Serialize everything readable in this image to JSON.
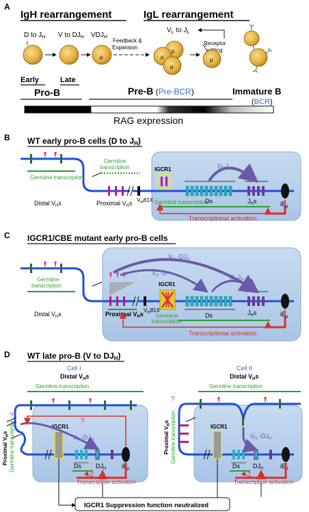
{
  "panelA": {
    "label": "A",
    "igh_title": "IgH rearrangement",
    "igl_title": "IgL rearrangement",
    "step_d_to_jh": "D to J",
    "step_v_to_djh": "V to DJ",
    "step_vdjh": "VDJ",
    "step_feedback_1": "Feedback &",
    "step_feedback_2": "Expansion",
    "step_vl_to_jl": "V",
    "step_vl_mid": " to J",
    "receptor_1": "Receptor",
    "receptor_2": "editing",
    "early": "Early",
    "late": "Late",
    "pro_b": "Pro-B",
    "pre_b": "Pre-B",
    "pre_bcr": "Pre-BCR",
    "immature_b": "Immature B",
    "bcr": "BCR",
    "rag_expression": "RAG expression",
    "mu": "μ",
    "sub_h": "H",
    "sub_l": "L"
  },
  "panelB": {
    "label": "B",
    "title": "WT early pro-B cells (D to J",
    "title_sub": "H",
    "title_end": ")",
    "germline_left": "Germline transcription",
    "germline_mid_1": "Germline",
    "germline_mid_2": "transcription",
    "distal": "Distal V",
    "proximal": "Proximal V",
    "vh81x": "V",
    "vh81x_sub": "H",
    "vh81x_end": "81X",
    "igcr1": "IGCR1",
    "d_jh": "D–J",
    "germline_right": "Germline transcription",
    "ds": "Ds",
    "jhs": "J",
    "iemu": "iE",
    "transcriptional_activation": "Transcriptional activation",
    "s_suffix": "s"
  },
  "panelC": {
    "label": "C",
    "title": "IGCR1/CBE mutant early pro-B cells",
    "germline_left_1": "Germline",
    "germline_left_2": "transcription",
    "distal": "Distal V",
    "vh_djh": "V",
    "vh_d": "V",
    "d_jh": "D–J",
    "igcr1": "IGCR1",
    "proximal": "Proximal V",
    "vh81x_end": "81X",
    "germline_mid_1": "Germline",
    "germline_mid_2": "transcription",
    "ds": "Ds",
    "jhs": "J",
    "iemu": "iE",
    "transcriptional_activation": "Transcriptional activation",
    "vhdjh_rest": " -DJ",
    "vhd_rest": " -D"
  },
  "panelD": {
    "label": "D",
    "title": "WT late pro-B (V to DJ",
    "title_end": ")",
    "cell1_title": "Cell I",
    "cell1_distal": "Distal V",
    "cell1_germline": "Germline transcription",
    "cell2_title": "Cell II",
    "cell2_distal": "Distal V",
    "cell2_germline": "Germline transcription",
    "proximal_vert": "Proximal V",
    "germline_vert": "Germline transcription",
    "question": "?",
    "vh_djh": "V",
    "vh_djh_rest": " -DJ",
    "igcr1": "IGCR1",
    "ds": "Ds",
    "djh": "DJ",
    "iemu": "iE",
    "transcription_activation": "Transcription activation",
    "suppression": "IGCR1 Suppression function  neutralized"
  },
  "colors": {
    "cell_fill": "#e8b84a",
    "blue_line": "#1f4fd8",
    "green": "#2e9e2e",
    "red": "#d9302a",
    "purple": "#6a5aa8",
    "light_blue_box": "#bcd3ec",
    "cyan_segment": "#27b2c9",
    "pink_marker": "#e23aa0",
    "magenta": "#c2187c"
  }
}
